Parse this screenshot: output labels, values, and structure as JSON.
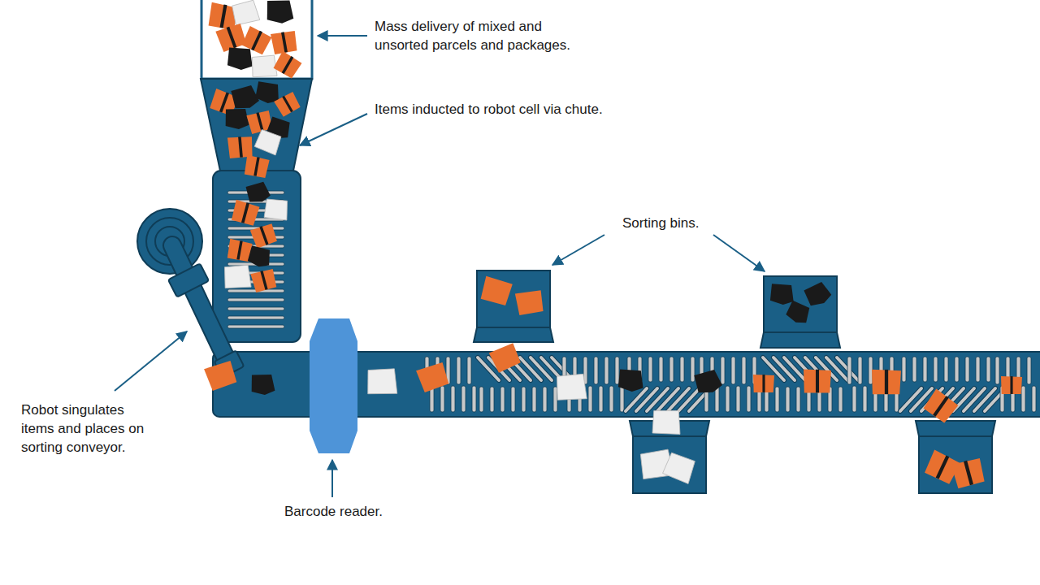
{
  "diagram": {
    "labels": [
      "Mass delivery of mixed and unsorted parcels and packages.",
      "Items inducted to robot cell via chute.",
      "Sorting bins.",
      "Robot singulates items and places on sorting conveyor.",
      "Barcode reader."
    ]
  }
}
